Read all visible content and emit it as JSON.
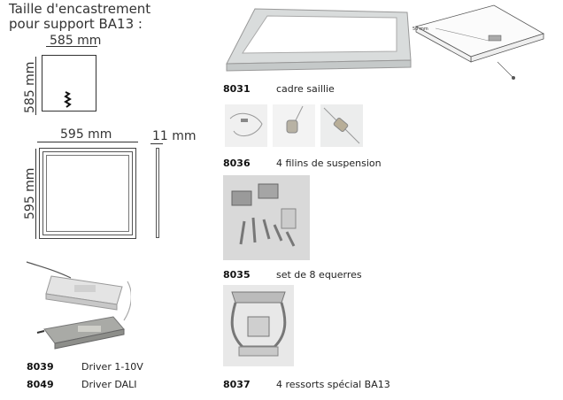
{
  "header": {
    "line1": "Taille d'encastrement",
    "line2": "pour support  BA13 :"
  },
  "dimensions": {
    "cut_width": "585 mm",
    "cut_height": "585 mm",
    "frame_width": "595 mm",
    "frame_height": "595 mm",
    "thickness": "11 mm",
    "drawing_label": "50 mm"
  },
  "products": [
    {
      "code": "8031",
      "label": "cadre saillie"
    },
    {
      "code": "8036",
      "label": "4 filins de suspension"
    },
    {
      "code": "8035",
      "label": "set de 8 equerres"
    },
    {
      "code": "8037",
      "label": "4 ressorts spécial BA13"
    },
    {
      "code": "8039",
      "label": "Driver 1-10V"
    },
    {
      "code": "8049",
      "label": "Driver DALI"
    }
  ]
}
